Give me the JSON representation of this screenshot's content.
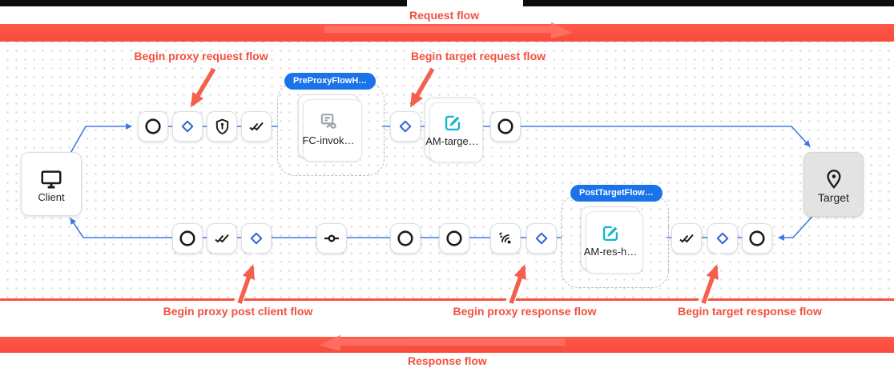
{
  "annotations": {
    "request_flow": "Request flow",
    "response_flow": "Response flow",
    "begin_proxy_request": "Begin proxy request flow",
    "begin_target_request": "Begin target request flow",
    "begin_proxy_post_client": "Begin proxy post client flow",
    "begin_proxy_response": "Begin proxy response flow",
    "begin_target_response": "Begin target response flow"
  },
  "badges": {
    "pre_proxy": "PreProxyFlowH…",
    "post_target": "PostTargetFlow…"
  },
  "nodes": {
    "client": {
      "label": "Client",
      "icon": "monitor-icon"
    },
    "target": {
      "label": "Target",
      "icon": "location-pin-icon"
    },
    "fc_invoke": {
      "label": "FC-invok…",
      "icon": "flow-callout-icon"
    },
    "am_target": {
      "label": "AM-targe…",
      "icon": "edit-icon"
    },
    "am_res": {
      "label": "AM-res-h…",
      "icon": "edit-icon"
    }
  },
  "step_icons": [
    "circle-icon",
    "diamond-icon",
    "shield-icon",
    "double-check-icon",
    "commit-icon",
    "signal-waves-icon"
  ],
  "colors": {
    "annotation_red": "#f2503e",
    "bar_red": "#fb4e3f",
    "connector_blue": "#4078e8",
    "diamond_blue": "#3367d6",
    "badge_blue": "#1a73e8",
    "edit_teal": "#12b5cb",
    "topbar_black": "#0d0d0d"
  }
}
